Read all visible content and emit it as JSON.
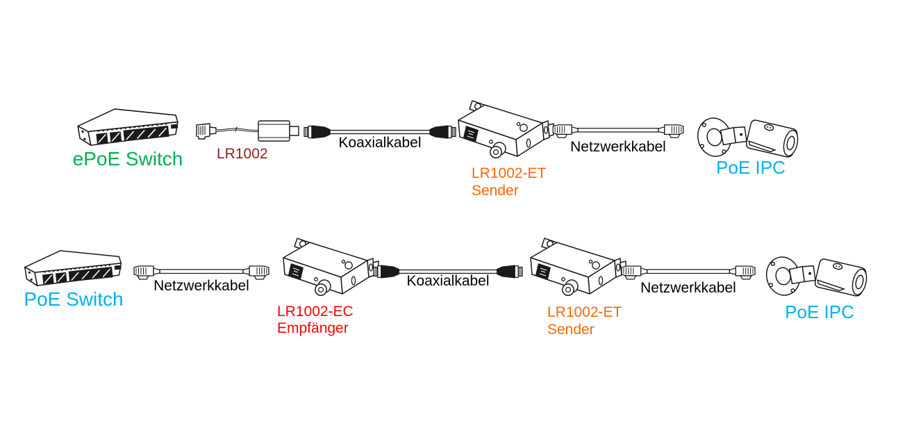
{
  "colors": {
    "line_art": "#1A1A1A",
    "epoe_switch_label": "#00B050",
    "poe_device_label": "#00B0F0",
    "lr1002_label": "#8B2323",
    "sender_label": "#FF6600",
    "receiver_label": "#FF0000",
    "cable_label": "#000000"
  },
  "diagram": {
    "row1": {
      "switch_label": "ePoE Switch",
      "injector_label": "LR1002",
      "coax_cable_label": "Koaxialkabel",
      "sender_model": "LR1002-ET",
      "sender_role": "Sender",
      "network_cable_label": "Netzwerkkabel",
      "camera_label": "PoE IPC"
    },
    "row2": {
      "switch_label": "PoE Switch",
      "network_cable_left_label": "Netzwerkkabel",
      "receiver_model": "LR1002-EC",
      "receiver_role": "Empfänger",
      "coax_cable_label": "Koaxialkabel",
      "sender_model": "LR1002-ET",
      "sender_role": "Sender",
      "network_cable_right_label": "Netzwerkkabel",
      "camera_label": "PoE IPC"
    }
  }
}
